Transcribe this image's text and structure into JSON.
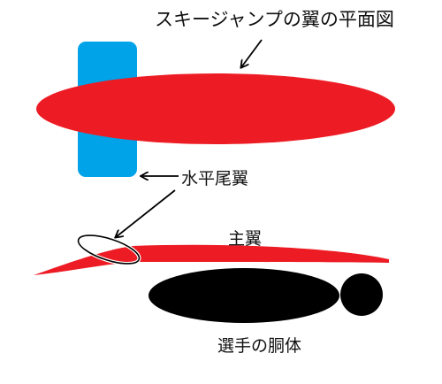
{
  "labels": {
    "title": "スキージャンプの翼の平面図",
    "tail_wing": "水平尾翼",
    "main_wing": "主翼",
    "body": "選手の胴体"
  },
  "colors": {
    "wing": "#ed1c24",
    "tail": "#00a2e8",
    "body": "#000000",
    "arrow": "#000000",
    "background": "#ffffff"
  }
}
